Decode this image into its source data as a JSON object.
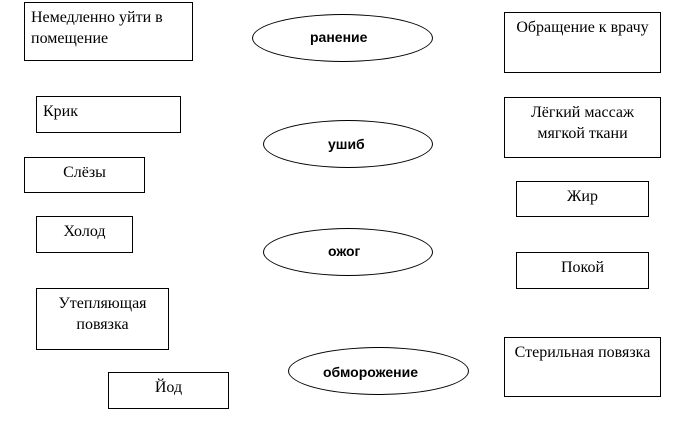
{
  "left_items": [
    "Немедленно уйти в помещение",
    "Крик",
    "Слёзы",
    "Холод",
    "Утепляющая повязка",
    "Йод"
  ],
  "injuries": [
    "ранение",
    "ушиб",
    "ожог",
    "обморожение"
  ],
  "right_items": [
    "Обращение к врачу",
    "Лёгкий массаж мягкой ткани",
    "Жир",
    "Покой",
    "Стерильная повязка"
  ]
}
